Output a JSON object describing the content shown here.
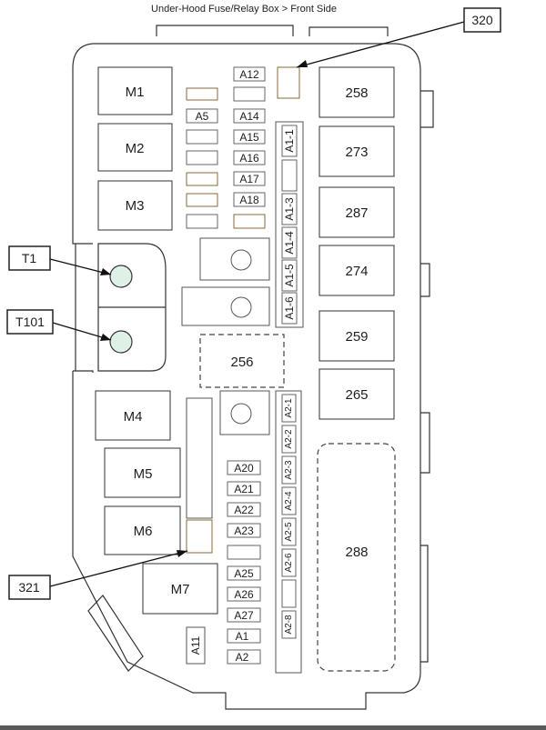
{
  "header": {
    "title": "Under-Hood Fuse/Relay Box > Front Side"
  },
  "callouts": {
    "c320": "320",
    "t1": "T1",
    "t101": "T101",
    "c321": "321"
  },
  "relays_left": {
    "m1": "M1",
    "m2": "M2",
    "m3": "M3",
    "m4": "M4",
    "m5": "M5",
    "m6": "M6",
    "m7": "M7"
  },
  "relays_right": {
    "r258": "258",
    "r273": "273",
    "r287": "287",
    "r274": "274",
    "r259": "259",
    "r265": "265",
    "r288": "288"
  },
  "center": {
    "r256": "256"
  },
  "fuses_upper": {
    "a12": "A12",
    "a5": "A5",
    "a14": "A14",
    "a15": "A15",
    "a16": "A16",
    "a17": "A17",
    "a18": "A18"
  },
  "fuses_lower": {
    "a20": "A20",
    "a21": "A21",
    "a22": "A22",
    "a23": "A23",
    "a25": "A25",
    "a26": "A26",
    "a27": "A27",
    "a11": "A11",
    "a1x": "A1",
    "a2x": "A2"
  },
  "strip_a1": [
    "A1-1",
    "A1-3",
    "A1-4",
    "A1-5",
    "A1-6"
  ],
  "strip_a2": [
    "A2-1",
    "A2-2",
    "A2-3",
    "A2-4",
    "A2-5",
    "A2-6",
    "A2-8"
  ]
}
